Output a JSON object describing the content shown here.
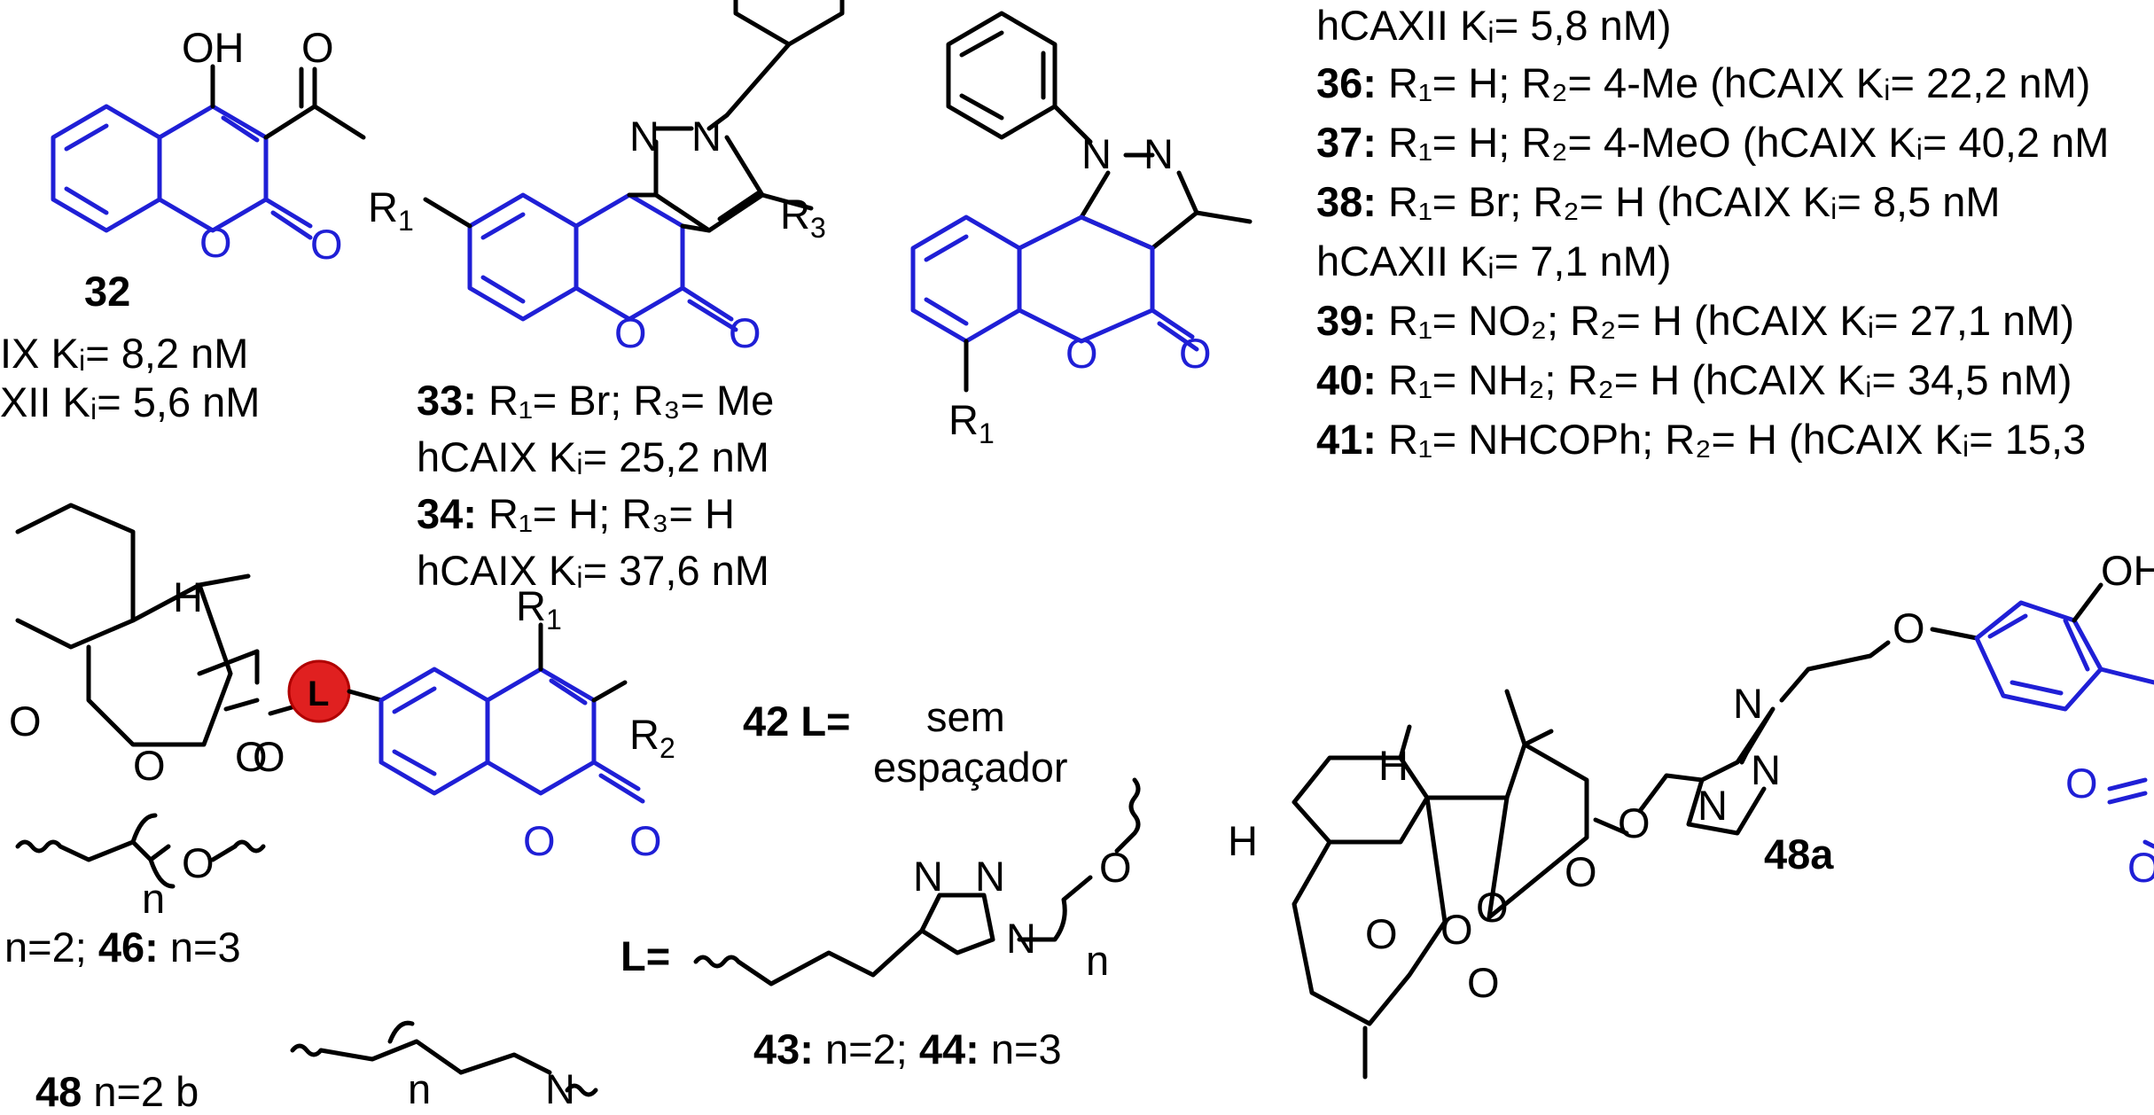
{
  "compounds": {
    "c32": {
      "id": "32",
      "line1": "IX Kᵢ= 8,2 nM",
      "line2": "XII Kᵢ= 5,6 nM"
    },
    "c33": {
      "id": "33:",
      "sub": "R₁= Br; R₃= Me",
      "ki": "hCAIX Kᵢ= 25,2 nM"
    },
    "c34": {
      "id": "34:",
      "sub": "R₁= H; R₃= H",
      "ki": "hCAIX Kᵢ= 37,6 nM"
    },
    "list": [
      {
        "id": "",
        "text": "hCAXII Kᵢ= 5,8 nM)"
      },
      {
        "id": "36:",
        "text": "R₁= H; R₂= 4-Me (hCAIX Kᵢ= 22,2 nM)"
      },
      {
        "id": "37:",
        "text": "R₁= H; R₂= 4-MeO (hCAIX Kᵢ= 40,2 nM"
      },
      {
        "id": "38:",
        "text": "R₁= Br; R₂= H (hCAIX Kᵢ= 8,5 nM"
      },
      {
        "id": "",
        "text": "hCAXII Kᵢ= 7,1 nM)"
      },
      {
        "id": "39:",
        "text": "R₁= NO₂; R₂= H (hCAIX Kᵢ= 27,1 nM)"
      },
      {
        "id": "40:",
        "text": "R₁= NH₂; R₂= H (hCAIX Kᵢ= 34,5 nM)"
      },
      {
        "id": "41:",
        "text": "R₁= NHCOPh; R₂= H (hCAIX Kᵢ= 15,3"
      }
    ],
    "c42": {
      "id": "42",
      "lbl": "L=",
      "line1": "sem",
      "line2": "espaçador"
    },
    "c43_44": {
      "id1": "43:",
      "t1": "n=2;",
      "id2": "44:",
      "t2": "n=3"
    },
    "c45_46": {
      "t1": "n=2;",
      "id2": "46:",
      "t2": "n=3"
    },
    "c48a": {
      "id": "48a"
    },
    "linker_label": "L=",
    "footer_partial": {
      "id": "48",
      "t": "n=2 b"
    }
  },
  "atoms": {
    "OH": "OH",
    "O": "O",
    "N": "N",
    "H": "H",
    "L": "L",
    "R1": "R",
    "R1sub": "1",
    "R2": "R",
    "R2sub": "2",
    "R3": "R",
    "R3sub": "3",
    "n": "n"
  },
  "colors": {
    "scaffold": "#1f1fd6",
    "bonds": "#000000",
    "linker_ball": "#e02020"
  }
}
